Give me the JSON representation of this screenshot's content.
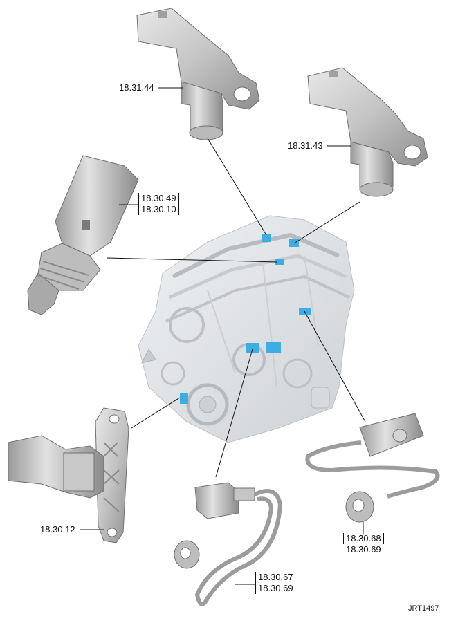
{
  "labels": {
    "cmp_sensor_a": "18.31.44",
    "cmp_sensor_b": "18.31.43",
    "temp_sensor_1": "18.30.49",
    "temp_sensor_2": "18.30.10",
    "ckp_sensor": "18.30.12",
    "knock_a_1": "18.30.67",
    "knock_a_2": "18.30.69",
    "knock_b_1": "18.30.68",
    "knock_b_2": "18.30.69"
  },
  "reference": "JRT1497",
  "colors": {
    "part_fill": "#cfcfcf",
    "part_shade": "#a9a9a9",
    "part_dark": "#7d7d7d",
    "engine_ghost": "#d9dde0",
    "highlight": "#29a6e0",
    "leader": "#111111"
  }
}
